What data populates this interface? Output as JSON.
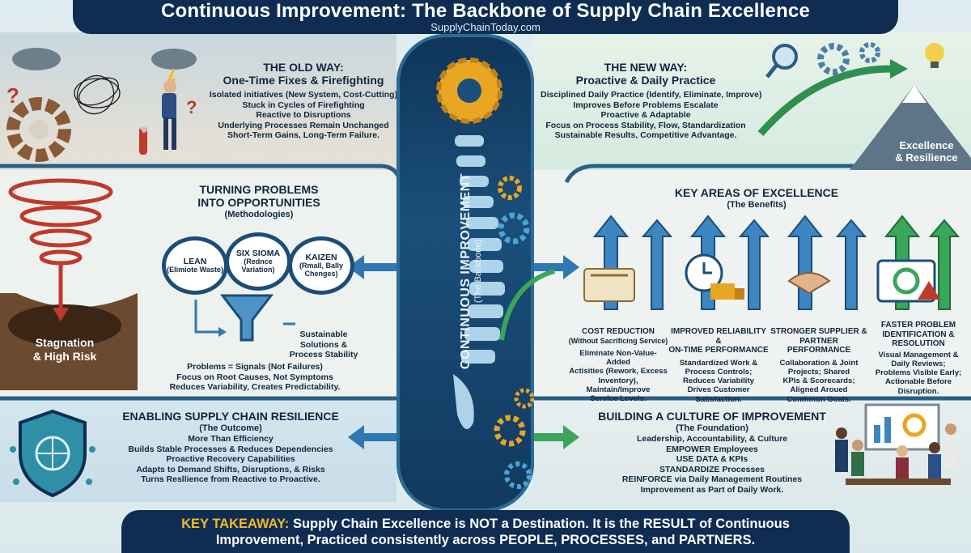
{
  "header": {
    "title": "Continuous Improvement: The Backbone of Supply Chain Excellence",
    "site": "SupplyChainToday.com"
  },
  "old_way": {
    "heading_1": "THE OLD WAY:",
    "heading_2": "One-Time Fixes & Firefighting",
    "lines": [
      "Isolated initiatives (New System, Cost-Cutting)",
      "Stuck in Cycles of Firefighting",
      "Reactive to Disruptions",
      "Underlying Processes Remain Unchanged",
      "Short-Term Gains, Long-Term Failure."
    ],
    "stagnation": [
      "Stagnation",
      "& High Risk"
    ]
  },
  "new_way": {
    "heading_1": "THE NEW WAY:",
    "heading_2": "Proactive & Daily Practice",
    "lines": [
      "Disciplined Daily Practice (Identify, Eliminate, Improve)",
      "Improves Before Problems Escalate",
      "Proactive & Adaptable",
      "Focus on Process Stability, Flow, Standardization",
      "Sustainable Results, Competitive Advantage."
    ],
    "badge": [
      "Excellence",
      "& Resilience"
    ]
  },
  "opportunities": {
    "heading_1": "TURNING PROBLEMS",
    "heading_2": "INTO OPPORTUNITIES",
    "heading_3": "(Methodologies)",
    "methods": [
      {
        "name": "LEAN",
        "desc": "(Elimiote Waste)"
      },
      {
        "name": "SIX SIOMA",
        "desc": "(Rednce Variation)"
      },
      {
        "name": "KAIZEN",
        "desc": "(Rmall, Bally Chenges)"
      }
    ],
    "sustainable": [
      "Sustainable",
      "Solutions &",
      "Process Stability"
    ],
    "lines": [
      "Problems = Signals (Not Failures)",
      "Focus on Root Causes, Not Symptoms",
      "Reduces Variability, Creates Predictability."
    ]
  },
  "spine": {
    "label": "CONTINUOUS IMPROVEMENT",
    "sub": "(The Backbone)"
  },
  "excellence": {
    "heading_1": "KEY AREAS OF EXCELLENCE",
    "heading_2": "(The Benefits)",
    "benefits": [
      {
        "title": [
          "COST REDUCTION"
        ],
        "subtitle": "(Without Sacrificing Service)",
        "body": [
          "Eliminate Non-Value-Added",
          "Actisities (Rework, Excess",
          "Inventory), Maintain/Improve",
          "Service Levels."
        ]
      },
      {
        "title": [
          "IMPROVED RELIABILITY &",
          "ON-TIME PERFORMANCE"
        ],
        "subtitle": "",
        "body": [
          "Standardized Work &",
          "Process Controls;",
          "Reduces Variability",
          "Drives Customer",
          "Satisfaction."
        ]
      },
      {
        "title": [
          "STRONGER SUPPLIER &",
          "PARTNER PERFORMANCE"
        ],
        "subtitle": "",
        "body": [
          "Collaboration & Joint",
          "Projects; Shared",
          "KPIs & Scorecards;",
          "Aligned Aroued",
          "Conmmon Goals."
        ]
      },
      {
        "title": [
          "FASTER PROBLEM",
          "IDENTIFICATION &",
          "RESOLUTION"
        ],
        "subtitle": "",
        "body": [
          "Visual Management &",
          "Daily Reviews;",
          "Problems Visible Early;",
          "Actionable Before",
          "Disruption."
        ]
      }
    ]
  },
  "resilience": {
    "heading_1": "ENABLING SUPPLY CHAIN RESILIENCE",
    "heading_2": "(The Outcome)",
    "lines": [
      "More Than Efficiency",
      "Builds Stable Processes & Reduces Dependencies",
      "Proactive Recovery Capabilities",
      "Adapts to Demand Shifts, Disruptions, & Risks",
      "Turns Resllience from Reactive to Proactive."
    ]
  },
  "culture": {
    "heading_1": "BUILDING A CULTURE OF IMPROVEMENT",
    "heading_2": "(The Foundation)",
    "lines": [
      "Leadership, Accountability, & Culture",
      "EMPOWER Employees",
      "USE DATA & KPIs",
      "STANDARDIZE Processes",
      "REINFORCE via Daily Management Routines",
      "Improvement as Part of Daily Work."
    ]
  },
  "takeaway": {
    "key": "KEY TAKEAWAY:",
    "line_1": "Supply Chain Excellence is NOT a Destination. It is the RESULT of Continuous",
    "line_2": "Improvement, Practiced consistently across PEOPLE, PROCESSES, and PARTNERS."
  },
  "colors": {
    "navy": "#0f2d52",
    "accent": "#f2b928",
    "arrow_blue": "#2f78b4",
    "arrow_green": "#3aa55b"
  }
}
